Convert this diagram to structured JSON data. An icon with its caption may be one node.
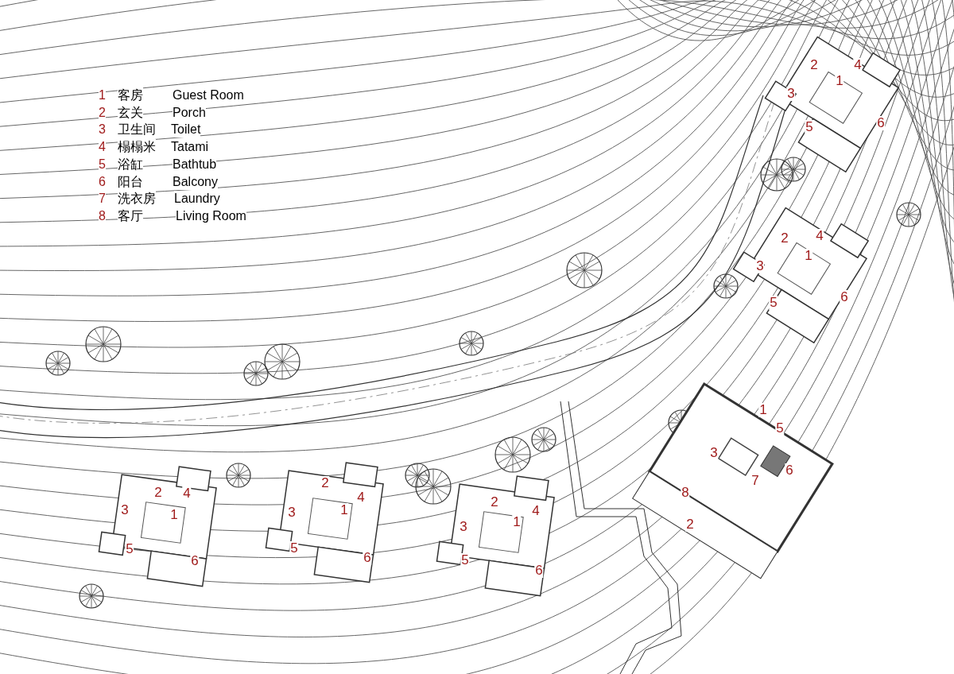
{
  "diagram": {
    "labels": [
      "1",
      "客房",
      "Guest Room",
      "2",
      "玄关",
      "Porch",
      "3",
      "卫生间",
      "Toilet",
      "4",
      "榻榻米",
      "Tatami",
      "5",
      "浴缸",
      "Bathtub",
      "6",
      "阳台",
      "Balcony",
      "7",
      "洗衣房",
      "Laundry",
      "8",
      "客厅",
      "Living Room",
      "2",
      "4",
      "1",
      "3",
      "5",
      "6",
      "2",
      "4",
      "1",
      "3",
      "5",
      "6",
      "1",
      "5",
      "3",
      "7",
      "6",
      "8",
      "2",
      "2",
      "4",
      "3",
      "1",
      "5",
      "6",
      "2",
      "4",
      "3",
      "1",
      "5",
      "6",
      "2",
      "4",
      "3",
      "1",
      "5",
      "6"
    ]
  }
}
